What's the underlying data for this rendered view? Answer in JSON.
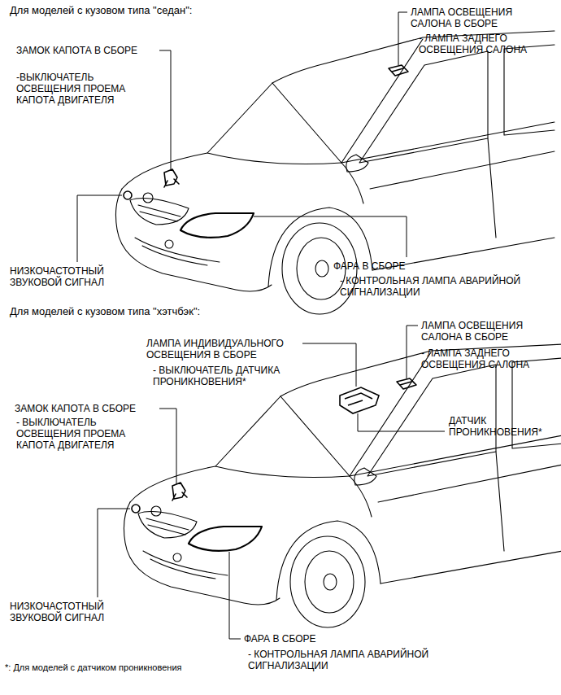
{
  "diagram": {
    "labels": [
      "Для моделей с кузовом типа \"седан\":",
      "ЛАМПА ОСВЕЩЕНИЯ САЛОНА В СБОРЕ",
      "- ЛАМПА ЗАДНЕГО ОСВЕЩЕНИЯ САЛОНА",
      "ЗАМОК КАПОТА В СБОРЕ",
      "-ВЫКЛЮЧАТЕЛЬ ОСВЕЩЕНИЯ ПРОЕМА КАПОТА ДВИГАТЕЛЯ",
      "НИЗКОЧАСТОТНЫЙ ЗВУКОВОЙ СИГНАЛ",
      "ФАРА В СБОРЕ",
      "- КОНТРОЛЬНАЯ ЛАМПА АВАРИЙНОЙ СИГНАЛИЗАЦИИ",
      "Для моделей с кузовом типа \"хэтчбэк\":",
      "ЛАМПА ИНДИВИДУАЛЬНОГО ОСВЕЩЕНИЯ В СБОРЕ",
      "- ВЫКЛЮЧАТЕЛЬ ДАТЧИКА ПРОНИКНОВЕНИЯ*",
      "ЛАМПА ОСВЕЩЕНИЯ САЛОНА В СБОРЕ",
      "- ЛАМПА ЗАДНЕГО ОСВЕЩЕНИЯ САЛОНА",
      "ЗАМОК КАПОТА В СБОРЕ",
      "- ВЫКЛЮЧАТЕЛЬ ОСВЕЩЕНИЯ ПРОЕМА КАПОТА ДВИГАТЕЛЯ",
      "ДАТЧИК ПРОНИКНОВЕНИЯ*",
      "НИЗКОЧАСТОТНЫЙ ЗВУКОВОЙ СИГНАЛ",
      "ФАРА В СБОРЕ",
      "- КОНТРОЛЬНАЯ ЛАМПА АВАРИЙНОЙ СИГНАЛИЗАЦИИ",
      "*: Для моделей с датчиком проникновения"
    ]
  }
}
